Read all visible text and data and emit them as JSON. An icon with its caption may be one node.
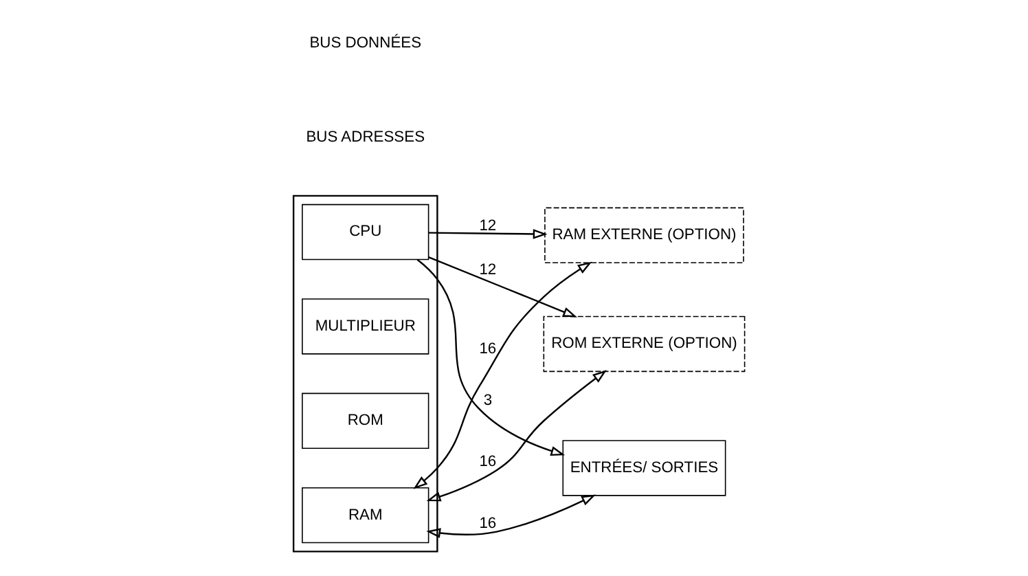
{
  "diagram": {
    "nodes": [
      {
        "text": [],
        "shape": "box"
      },
      {
        "text": [
          "CPU"
        ],
        "in": 0
      },
      {
        "text": [
          "MULTIPLIEUR"
        ],
        "in": 0
      },
      {
        "text": [
          "ROM"
        ],
        "in": 0
      },
      {
        "text": [
          "RAM"
        ],
        "in": 0
      },
      {
        "text": [
          "ROM EXTERNE (OPTION)"
        ]
      },
      {
        "text": [
          "RAM EXTERNE (OPTION)"
        ]
      },
      {
        "text": [
          "ENTRÉES/ SORTIES"
        ]
      }
    ],
    "edges": [
      {
        "from": 1,
        "to": 5,
        "arrow": "to",
        "label": "12"
      },
      {
        "from": 1,
        "to": 6,
        "arrow": "to",
        "label": "12"
      },
      {
        "from": 1,
        "to": 7,
        "arrow": "to",
        "label": "3"
      },
      {
        "from": 4,
        "to": 5,
        "arrow": "both",
        "label": "16"
      },
      {
        "from": 4,
        "to": 6,
        "arrow": "both",
        "label": "16"
      },
      {
        "from": 4,
        "to": 7,
        "arrow": "both",
        "label": "16"
      }
    ],
    "labels": [
      "BUS ADRESSES",
      "BUS DONNÉES"
    ]
  }
}
